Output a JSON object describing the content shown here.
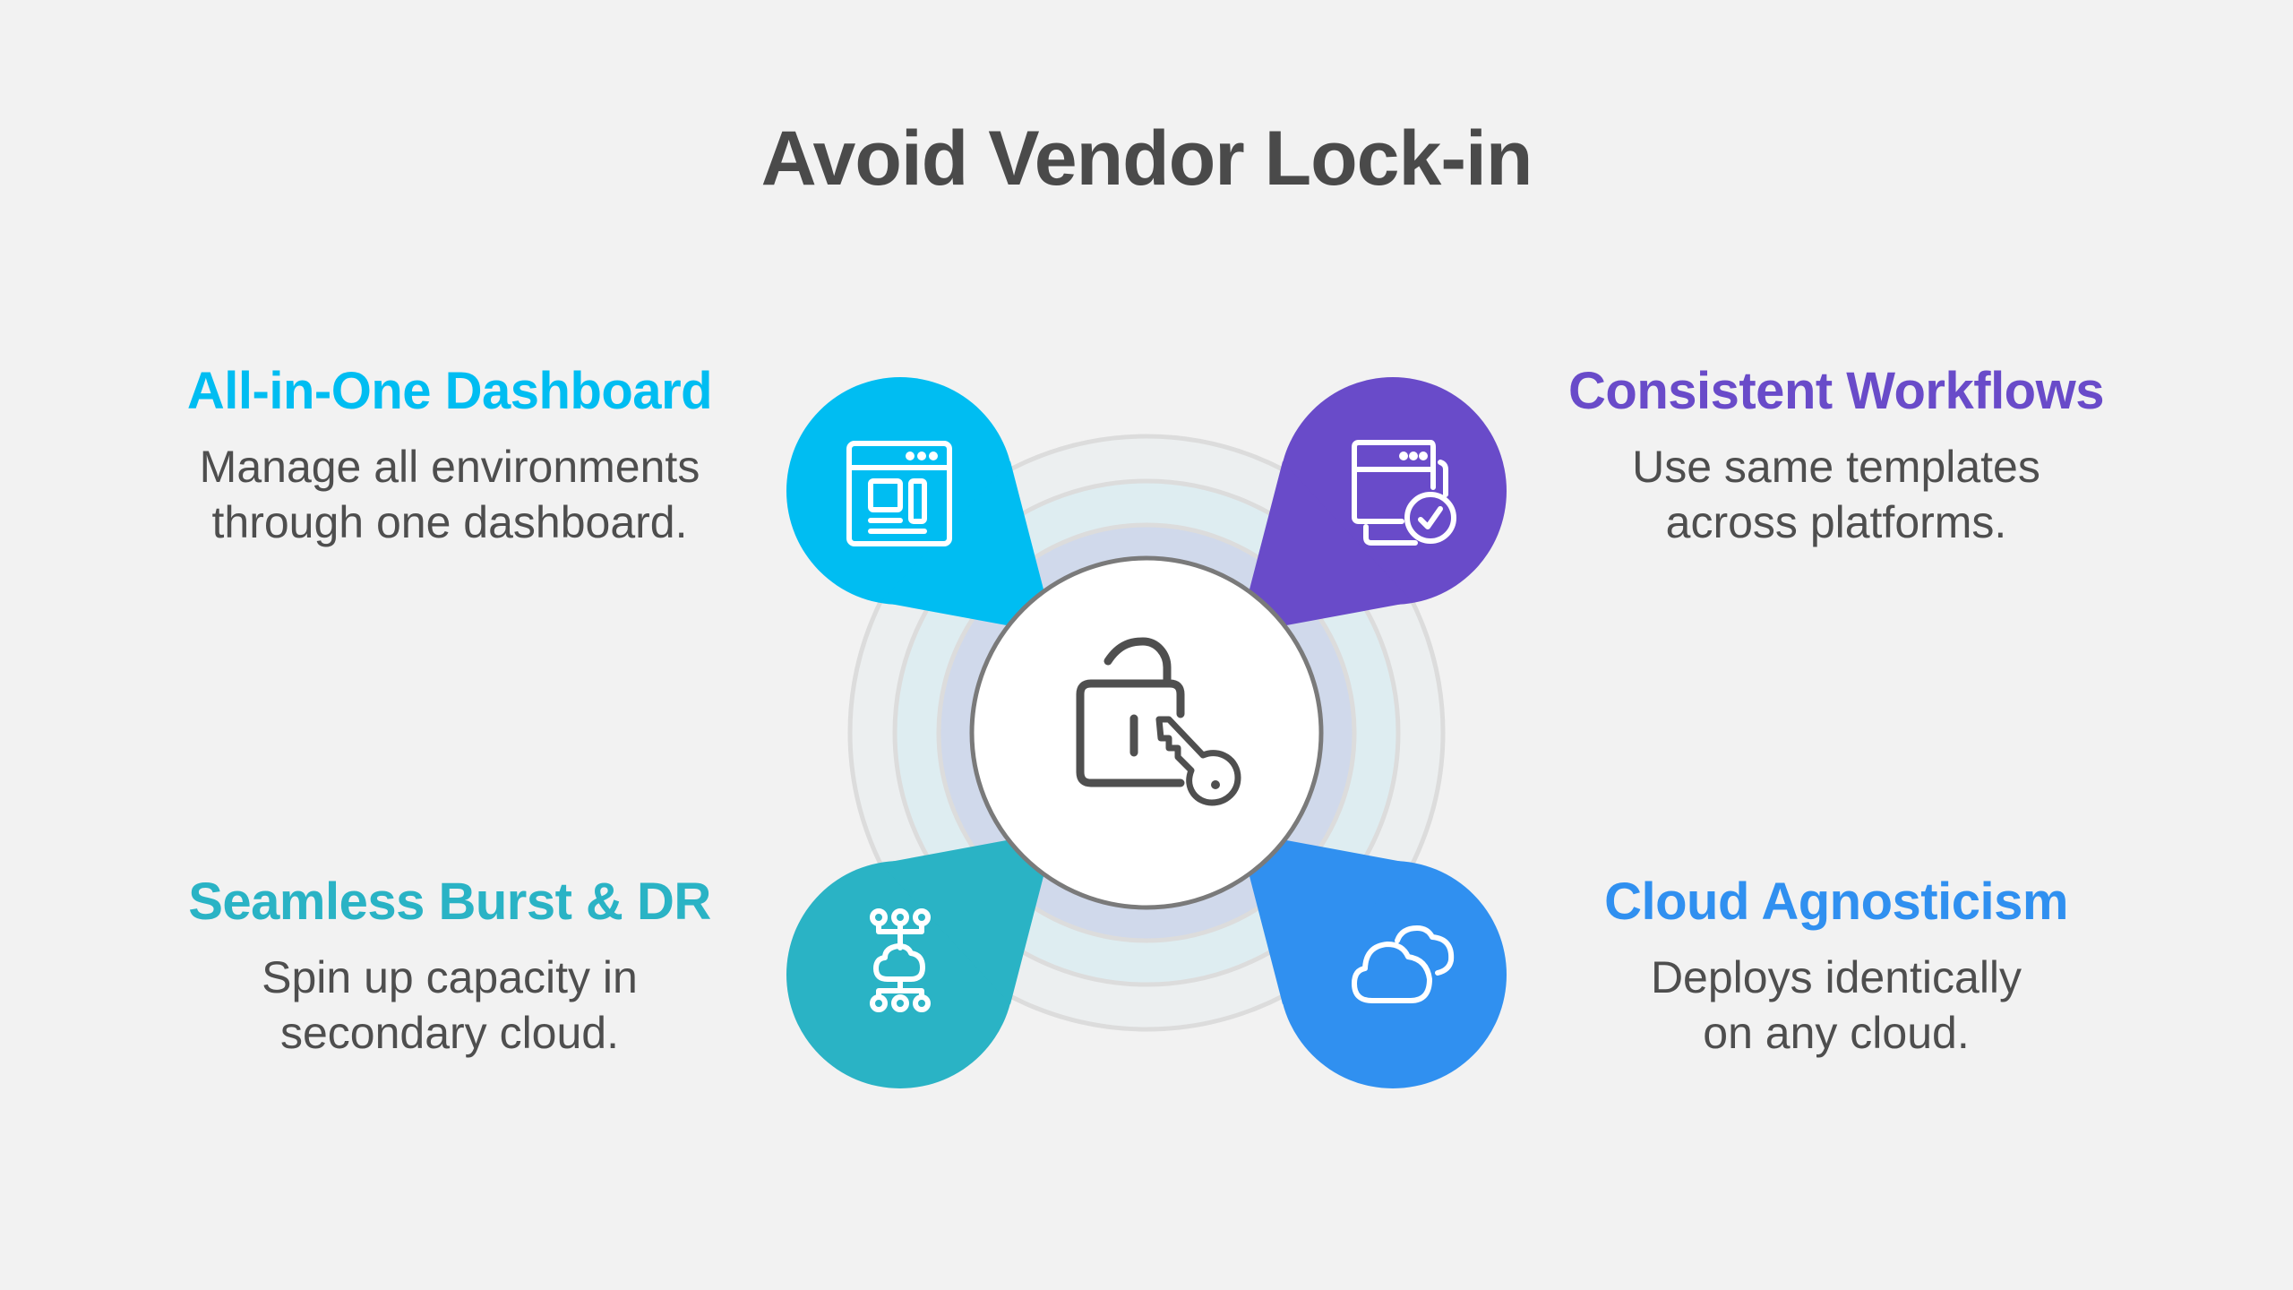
{
  "title": "Avoid Vendor Lock-in",
  "center": {
    "icon": "unlocked-padlock-key-icon"
  },
  "items": [
    {
      "heading": "All-in-One Dashboard",
      "line1": "Manage all environments",
      "line2": "through one dashboard.",
      "color": "#00bdf2",
      "icon": "dashboard-window-icon"
    },
    {
      "heading": "Consistent Workflows",
      "line1": "Use same templates",
      "line2": "across platforms.",
      "color": "#694bc9",
      "icon": "templates-check-icon"
    },
    {
      "heading": "Seamless Burst & DR",
      "line1": "Spin up capacity in",
      "line2": "secondary cloud.",
      "color": "#2ab3c5",
      "icon": "cloud-network-icon"
    },
    {
      "heading": "Cloud Agnosticism",
      "line1": "Deploys identically",
      "line2": "on any cloud.",
      "color": "#3090f0",
      "icon": "clouds-icon"
    }
  ]
}
